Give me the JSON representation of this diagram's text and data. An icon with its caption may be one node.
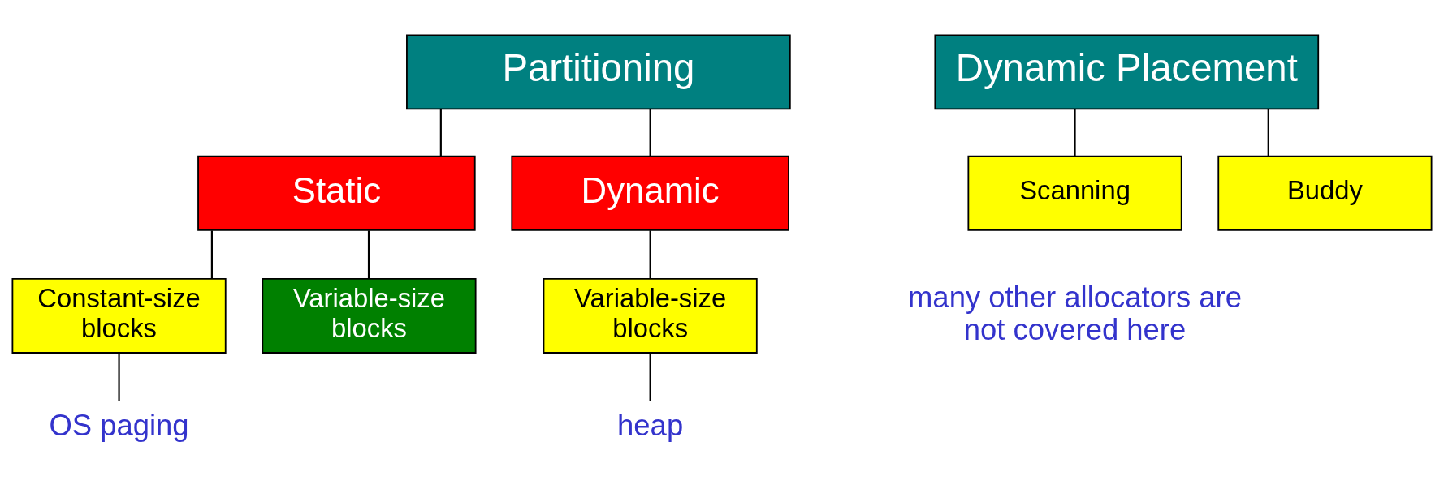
{
  "diagram": {
    "nodes": [
      {
        "text": [
          "Partitioning"
        ]
      },
      {
        "text": [
          "Static"
        ]
      },
      {
        "text": [
          "Dynamic"
        ]
      },
      {
        "text": [
          "Constant-size blocks"
        ]
      },
      {
        "text": [
          "Variable-size blocks"
        ]
      },
      {
        "text": [
          "Variable-size blocks"
        ]
      },
      {
        "text": [
          "OS paging"
        ]
      },
      {
        "text": [
          "heap"
        ]
      },
      {
        "text": [
          "Dynamic Placement"
        ]
      },
      {
        "text": [
          "Scanning"
        ]
      },
      {
        "text": [
          "Buddy"
        ]
      }
    ],
    "edges": [
      {
        "from": 0,
        "to": 1,
        "arrow": "none"
      },
      {
        "from": 0,
        "to": 2,
        "arrow": "none"
      },
      {
        "from": 1,
        "to": 3,
        "arrow": "none"
      },
      {
        "from": 1,
        "to": 4,
        "arrow": "none"
      },
      {
        "from": 2,
        "to": 5,
        "arrow": "none"
      },
      {
        "from": 3,
        "to": 6,
        "arrow": "none"
      },
      {
        "from": 5,
        "to": 7,
        "arrow": "none"
      },
      {
        "from": 8,
        "to": 9,
        "arrow": "none"
      },
      {
        "from": 8,
        "to": 10,
        "arrow": "none"
      }
    ],
    "labels": [
      "many other allocators are not covered here"
    ]
  }
}
